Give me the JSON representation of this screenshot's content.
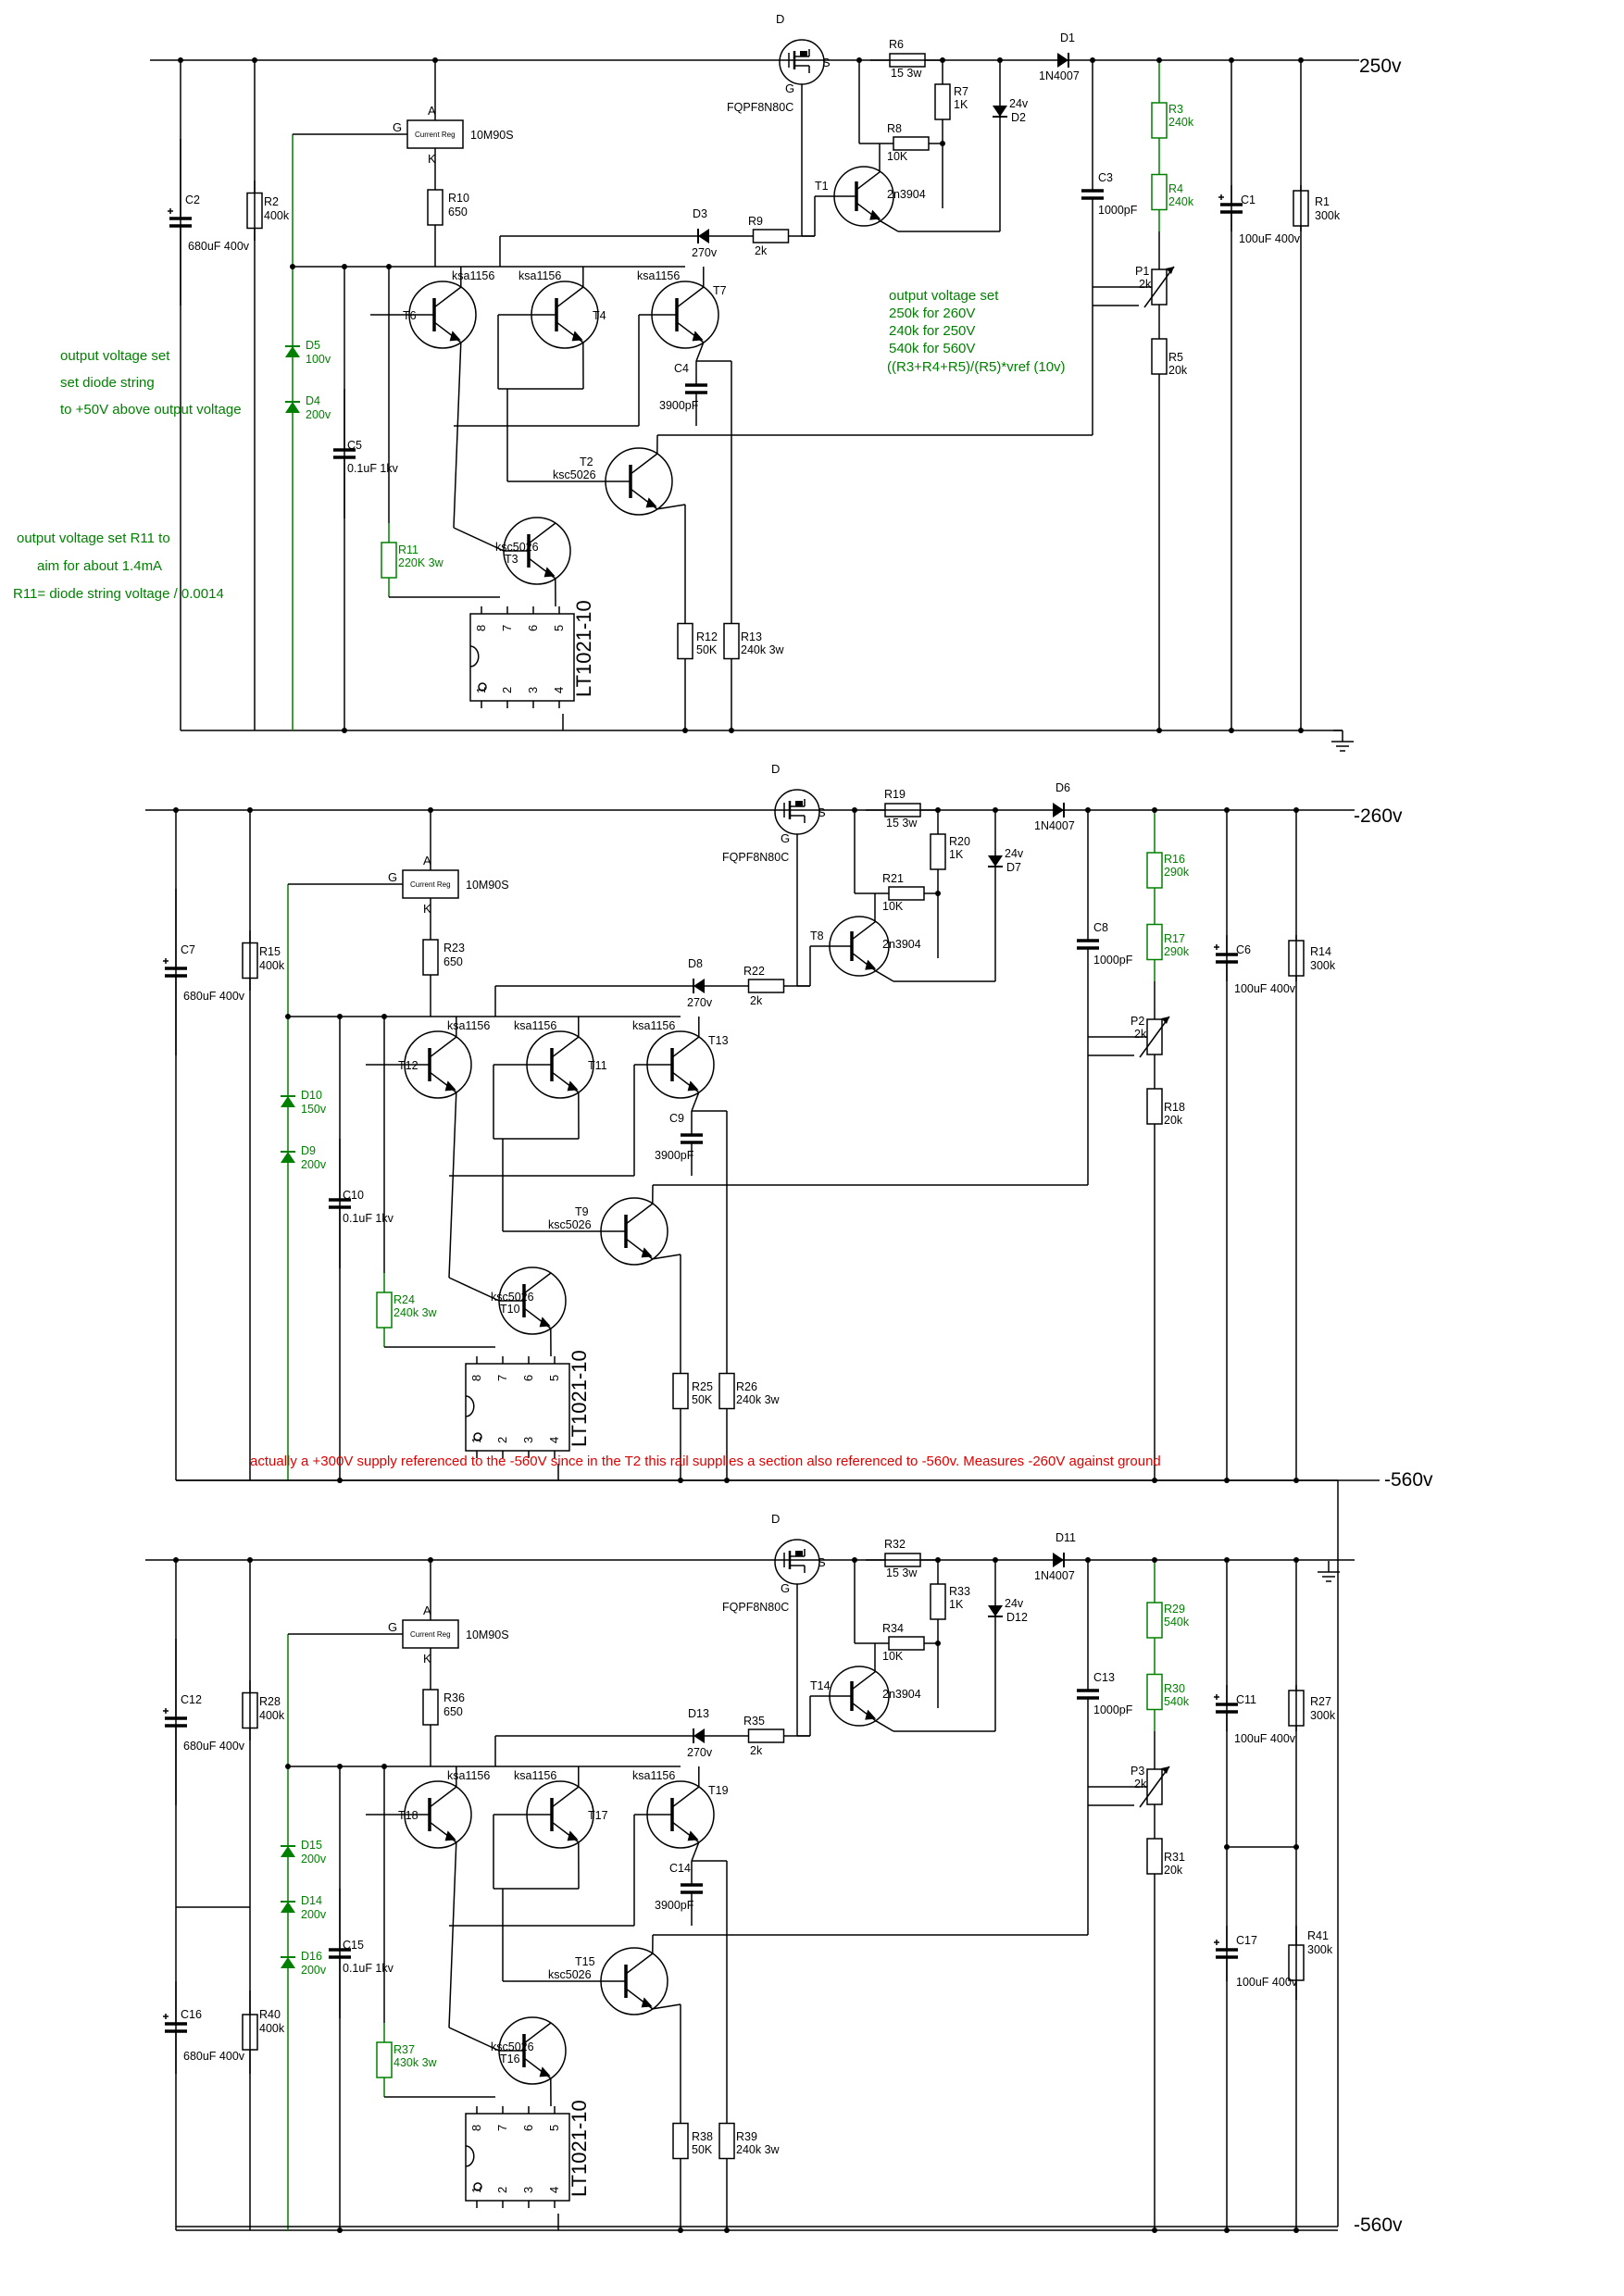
{
  "rails": {
    "top": "250v",
    "mid_top": "-260v",
    "mid_bottom": "-560v",
    "bottom": "-560v"
  },
  "notes": {
    "out1": "output voltage set",
    "out2": "set diode string",
    "out3": "to +50V above output voltage",
    "r11_1": "output voltage set R11 to",
    "r11_2": "aim for about 1.4mA",
    "r11_3": "R11= diode string voltage / 0.0014",
    "vset1": "output voltage set",
    "vset2": "250k for 260V",
    "vset3": "240k for 250V",
    "vset4": "540k for 560V",
    "vset5": "((R3+R4+R5)/(R5)*vref (10v)",
    "warning": "actually a +300V supply referenced to the -560V since in the T2 this rail supplies a section also referenced to -560v. Measures -260V against ground"
  },
  "common": {
    "mosfet": "FQPF8N80C",
    "reg_part": "10M90S",
    "reg_text": "Current Reg",
    "ic": "LT1021-10",
    "pin_a": "A",
    "pin_g": "G",
    "pin_k": "K",
    "pin_d": "D",
    "pin_s": "S",
    "pin_gate": "G",
    "ksa": "ksa1156",
    "ksc": "ksc5026",
    "n2n": "2n3904",
    "d_1n": "1N4007",
    "ic_pins": [
      "8",
      "7",
      "6",
      "5",
      "1",
      "2",
      "3",
      "4"
    ]
  },
  "stages": [
    {
      "R6": "R6",
      "R6v": "15 3w",
      "R7": "R7",
      "R7v": "1K",
      "R8": "R8",
      "R8v": "10K",
      "D1": "D1",
      "D2": "D2",
      "D2v": "24v",
      "T1": "T1",
      "C3": "C3",
      "C3v": "1000pF",
      "R9": "R9",
      "R9v": "2k",
      "D3": "D3",
      "D3v": "270v",
      "R10": "R10",
      "R10v": "650",
      "T6": "T6",
      "T4": "T4",
      "T7": "T7",
      "C4": "C4",
      "C4v": "3900pF",
      "T2": "T2",
      "T3": "T3",
      "R11": "R11",
      "R11v": "220K 3w",
      "R12": "R12",
      "R12v": "50K",
      "R13": "R13",
      "R13v": "240k 3w",
      "C5": "C5",
      "C5v": "0.1uF 1kv",
      "C2": "C2",
      "C2v": "680uF 400v",
      "R2": "R2",
      "R2v": "400k",
      "diodes": [
        {
          "n": "D5",
          "v": "100v"
        },
        {
          "n": "D4",
          "v": "200v"
        }
      ],
      "R3": "R3",
      "R3v": "240k",
      "R4": "R4",
      "R4v": "240k",
      "P1": "P1",
      "P1v": "2k",
      "R5": "R5",
      "R5v": "20k",
      "C1": "C1",
      "C1v": "100uF 400v",
      "R1": "R1",
      "R1v": "300k"
    },
    {
      "R6": "R19",
      "R6v": "15 3w",
      "R7": "R20",
      "R7v": "1K",
      "R8": "R21",
      "R8v": "10K",
      "D1": "D6",
      "D2": "D7",
      "D2v": "24v",
      "T1": "T8",
      "C3": "C8",
      "C3v": "1000pF",
      "R9": "R22",
      "R9v": "2k",
      "D3": "D8",
      "D3v": "270v",
      "R10": "R23",
      "R10v": "650",
      "T6": "T12",
      "T4": "T11",
      "T7": "T13",
      "C4": "C9",
      "C4v": "3900pF",
      "T2": "T9",
      "T3": "T10",
      "R11": "R24",
      "R11v": "240k 3w",
      "R12": "R25",
      "R12v": "50K",
      "R13": "R26",
      "R13v": "240k 3w",
      "C5": "C10",
      "C5v": "0.1uF 1kv",
      "C2": "C7",
      "C2v": "680uF 400v",
      "R2": "R15",
      "R2v": "400k",
      "diodes": [
        {
          "n": "D10",
          "v": "150v"
        },
        {
          "n": "D9",
          "v": "200v"
        }
      ],
      "R3": "R16",
      "R3v": "290k",
      "R4": "R17",
      "R4v": "290k",
      "P1": "P2",
      "P1v": "2k",
      "R5": "R18",
      "R5v": "20k",
      "C1": "C6",
      "C1v": "100uF 400v",
      "R1": "R14",
      "R1v": "300k"
    },
    {
      "R6": "R32",
      "R6v": "15 3w",
      "R7": "R33",
      "R7v": "1K",
      "R8": "R34",
      "R8v": "10K",
      "D1": "D11",
      "D2": "D12",
      "D2v": "24v",
      "T1": "T14",
      "C3": "C13",
      "C3v": "1000pF",
      "R9": "R35",
      "R9v": "2k",
      "D3": "D13",
      "D3v": "270v",
      "R10": "R36",
      "R10v": "650",
      "T6": "T18",
      "T4": "T17",
      "T7": "T19",
      "C4": "C14",
      "C4v": "3900pF",
      "T2": "T15",
      "T3": "T16",
      "R11": "R37",
      "R11v": "430k 3w",
      "R12": "R38",
      "R12v": "50K",
      "R13": "R39",
      "R13v": "240k 3w",
      "C5": "C15",
      "C5v": "0.1uF 1kv",
      "C2": "C12",
      "C2v": "680uF 400v",
      "R2": "R28",
      "R2v": "400k",
      "diodes": [
        {
          "n": "D15",
          "v": "200v"
        },
        {
          "n": "D14",
          "v": "200v"
        },
        {
          "n": "D16",
          "v": "200v"
        }
      ],
      "R3": "R29",
      "R3v": "540k",
      "R4": "R30",
      "R4v": "540k",
      "P1": "P3",
      "P1v": "2k",
      "R5": "R31",
      "R5v": "20k",
      "C1": "C11",
      "C1v": "100uF 400v",
      "R1": "R27",
      "R1v": "300k",
      "C16": "C16",
      "C16v": "680uF 400v",
      "R40": "R40",
      "R40v": "400k",
      "C17": "C17",
      "C17v": "100uF 400v",
      "R41": "R41",
      "R41v": "300k"
    }
  ],
  "colors": {
    "wire": "#000000",
    "adjust": "#008000",
    "warning": "#e00000"
  }
}
